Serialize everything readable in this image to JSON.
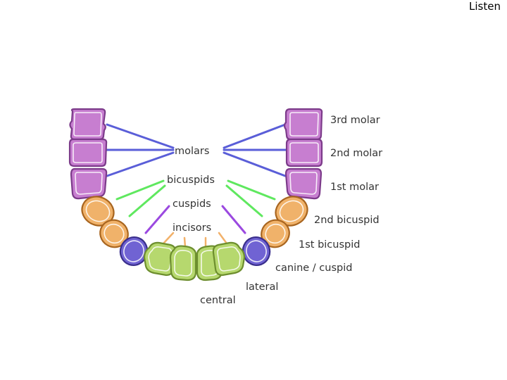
{
  "header": {
    "listen_label": "Listen"
  },
  "colors": {
    "molar_fill": "#c77ed0",
    "molar_stroke": "#7c3b8a",
    "bicuspid_fill": "#f0b26a",
    "bicuspid_stroke": "#a8651f",
    "cuspid_fill": "#7063d3",
    "cuspid_stroke": "#3a2f8c",
    "incisor_fill": "#b6d86e",
    "incisor_stroke": "#6d8e2e",
    "molar_line": "#5a5ed8",
    "bicuspid_line": "#5fe85f",
    "cuspid_line": "#9b49e0",
    "incisor_line": "#f2b16a"
  },
  "center_labels": {
    "molars": "molars",
    "bicuspids": "bicuspids",
    "cuspids": "cuspids",
    "incisors": "incisors"
  },
  "right_labels": {
    "third_molar": "3rd molar",
    "second_molar": "2nd molar",
    "first_molar": "1st molar",
    "second_bicuspid": "2nd bicuspid",
    "first_bicuspid": "1st bicuspid",
    "canine": "canine / cuspid",
    "lateral": "lateral",
    "central": "central"
  }
}
